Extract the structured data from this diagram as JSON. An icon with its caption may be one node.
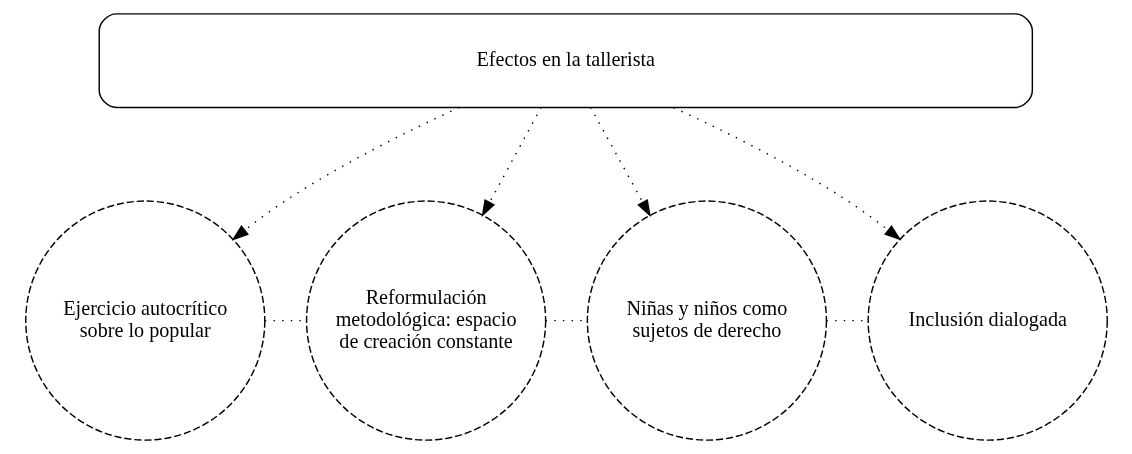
{
  "diagram": {
    "nodes": [
      {
        "text": [
          "Efectos en la tallerista"
        ]
      },
      {
        "text": [
          "Ejercicio autocrítico sobre lo popular"
        ]
      },
      {
        "text": [
          "Reformulación metodológica: espacio de creación constante"
        ]
      },
      {
        "text": [
          "Niñas y niños como sujetos de derecho"
        ]
      },
      {
        "text": [
          "Inclusión dialogada"
        ]
      }
    ],
    "edges": [
      {
        "from": 0,
        "to": 1,
        "arrow": "to",
        "style": "dashed"
      },
      {
        "from": 0,
        "to": 2,
        "arrow": "to",
        "style": "dashed"
      },
      {
        "from": 0,
        "to": 3,
        "arrow": "to",
        "style": "dashed"
      },
      {
        "from": 0,
        "to": 4,
        "arrow": "to",
        "style": "dashed"
      },
      {
        "from": 1,
        "to": 2,
        "arrow": "none",
        "style": "dashed"
      },
      {
        "from": 2,
        "to": 3,
        "arrow": "none",
        "style": "dashed"
      },
      {
        "from": 3,
        "to": 4,
        "arrow": "none",
        "style": "dashed"
      }
    ]
  }
}
